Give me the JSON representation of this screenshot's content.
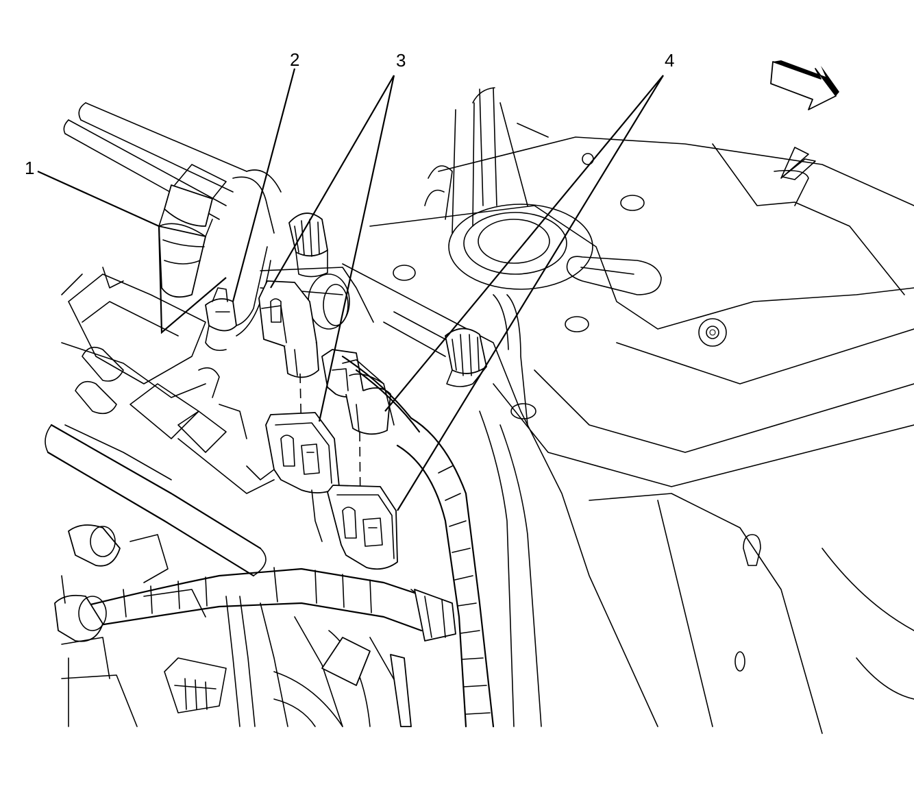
{
  "callouts": [
    {
      "id": "1",
      "label": "1"
    },
    {
      "id": "2",
      "label": "2"
    },
    {
      "id": "3",
      "label": "3"
    },
    {
      "id": "4",
      "label": "4"
    }
  ],
  "icons": {
    "view_direction": "view-direction-arrow-icon"
  },
  "colors": {
    "line": "#000000",
    "background": "#ffffff"
  }
}
